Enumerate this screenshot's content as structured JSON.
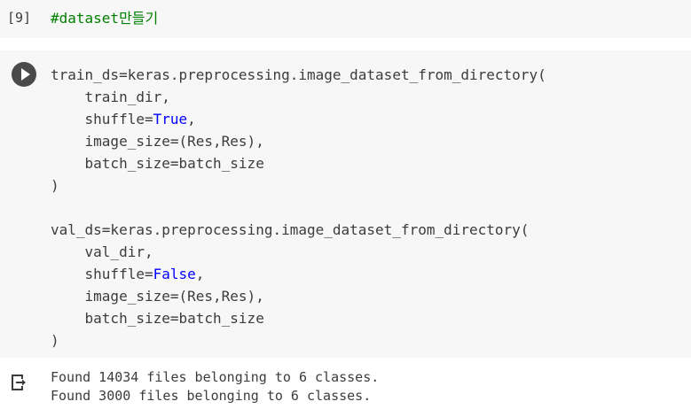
{
  "comment_cell": {
    "execution_label": "[9]",
    "lines": [
      [
        [
          "comment",
          "#dataset만들기"
        ]
      ]
    ]
  },
  "code_cell": {
    "run_button": "run-cell",
    "lines": [
      [
        [
          "plain",
          "train_ds=keras.preprocessing.image_dataset_from_directory("
        ]
      ],
      [
        [
          "plain",
          "    train_dir,"
        ]
      ],
      [
        [
          "plain",
          "    shuffle="
        ],
        [
          "keyword",
          "True"
        ],
        [
          "plain",
          ","
        ]
      ],
      [
        [
          "plain",
          "    image_size=(Res,Res),"
        ]
      ],
      [
        [
          "plain",
          "    batch_size=batch_size"
        ]
      ],
      [
        [
          "plain",
          ")"
        ]
      ],
      [],
      [
        [
          "plain",
          "val_ds=keras.preprocessing.image_dataset_from_directory("
        ]
      ],
      [
        [
          "plain",
          "    val_dir,"
        ]
      ],
      [
        [
          "plain",
          "    shuffle="
        ],
        [
          "keyword",
          "False"
        ],
        [
          "plain",
          ","
        ]
      ],
      [
        [
          "plain",
          "    image_size=(Res,Res),"
        ]
      ],
      [
        [
          "plain",
          "    batch_size=batch_size"
        ]
      ],
      [
        [
          "plain",
          ")"
        ]
      ]
    ]
  },
  "output": {
    "lines": [
      "Found 14034 files belonging to 6 classes.",
      "Found 3000 files belonging to 6 classes."
    ]
  },
  "colors": {
    "cell_background": "#f7f7f7",
    "page_background": "#ffffff",
    "code_text": "#3c3c3c",
    "comment_green": "#008000",
    "keyword_blue": "#0000ff",
    "run_button_gray": "#4a4a4a"
  },
  "icons": {
    "play_icon": "play-triangle",
    "output_icon": "cell-output-arrow"
  }
}
